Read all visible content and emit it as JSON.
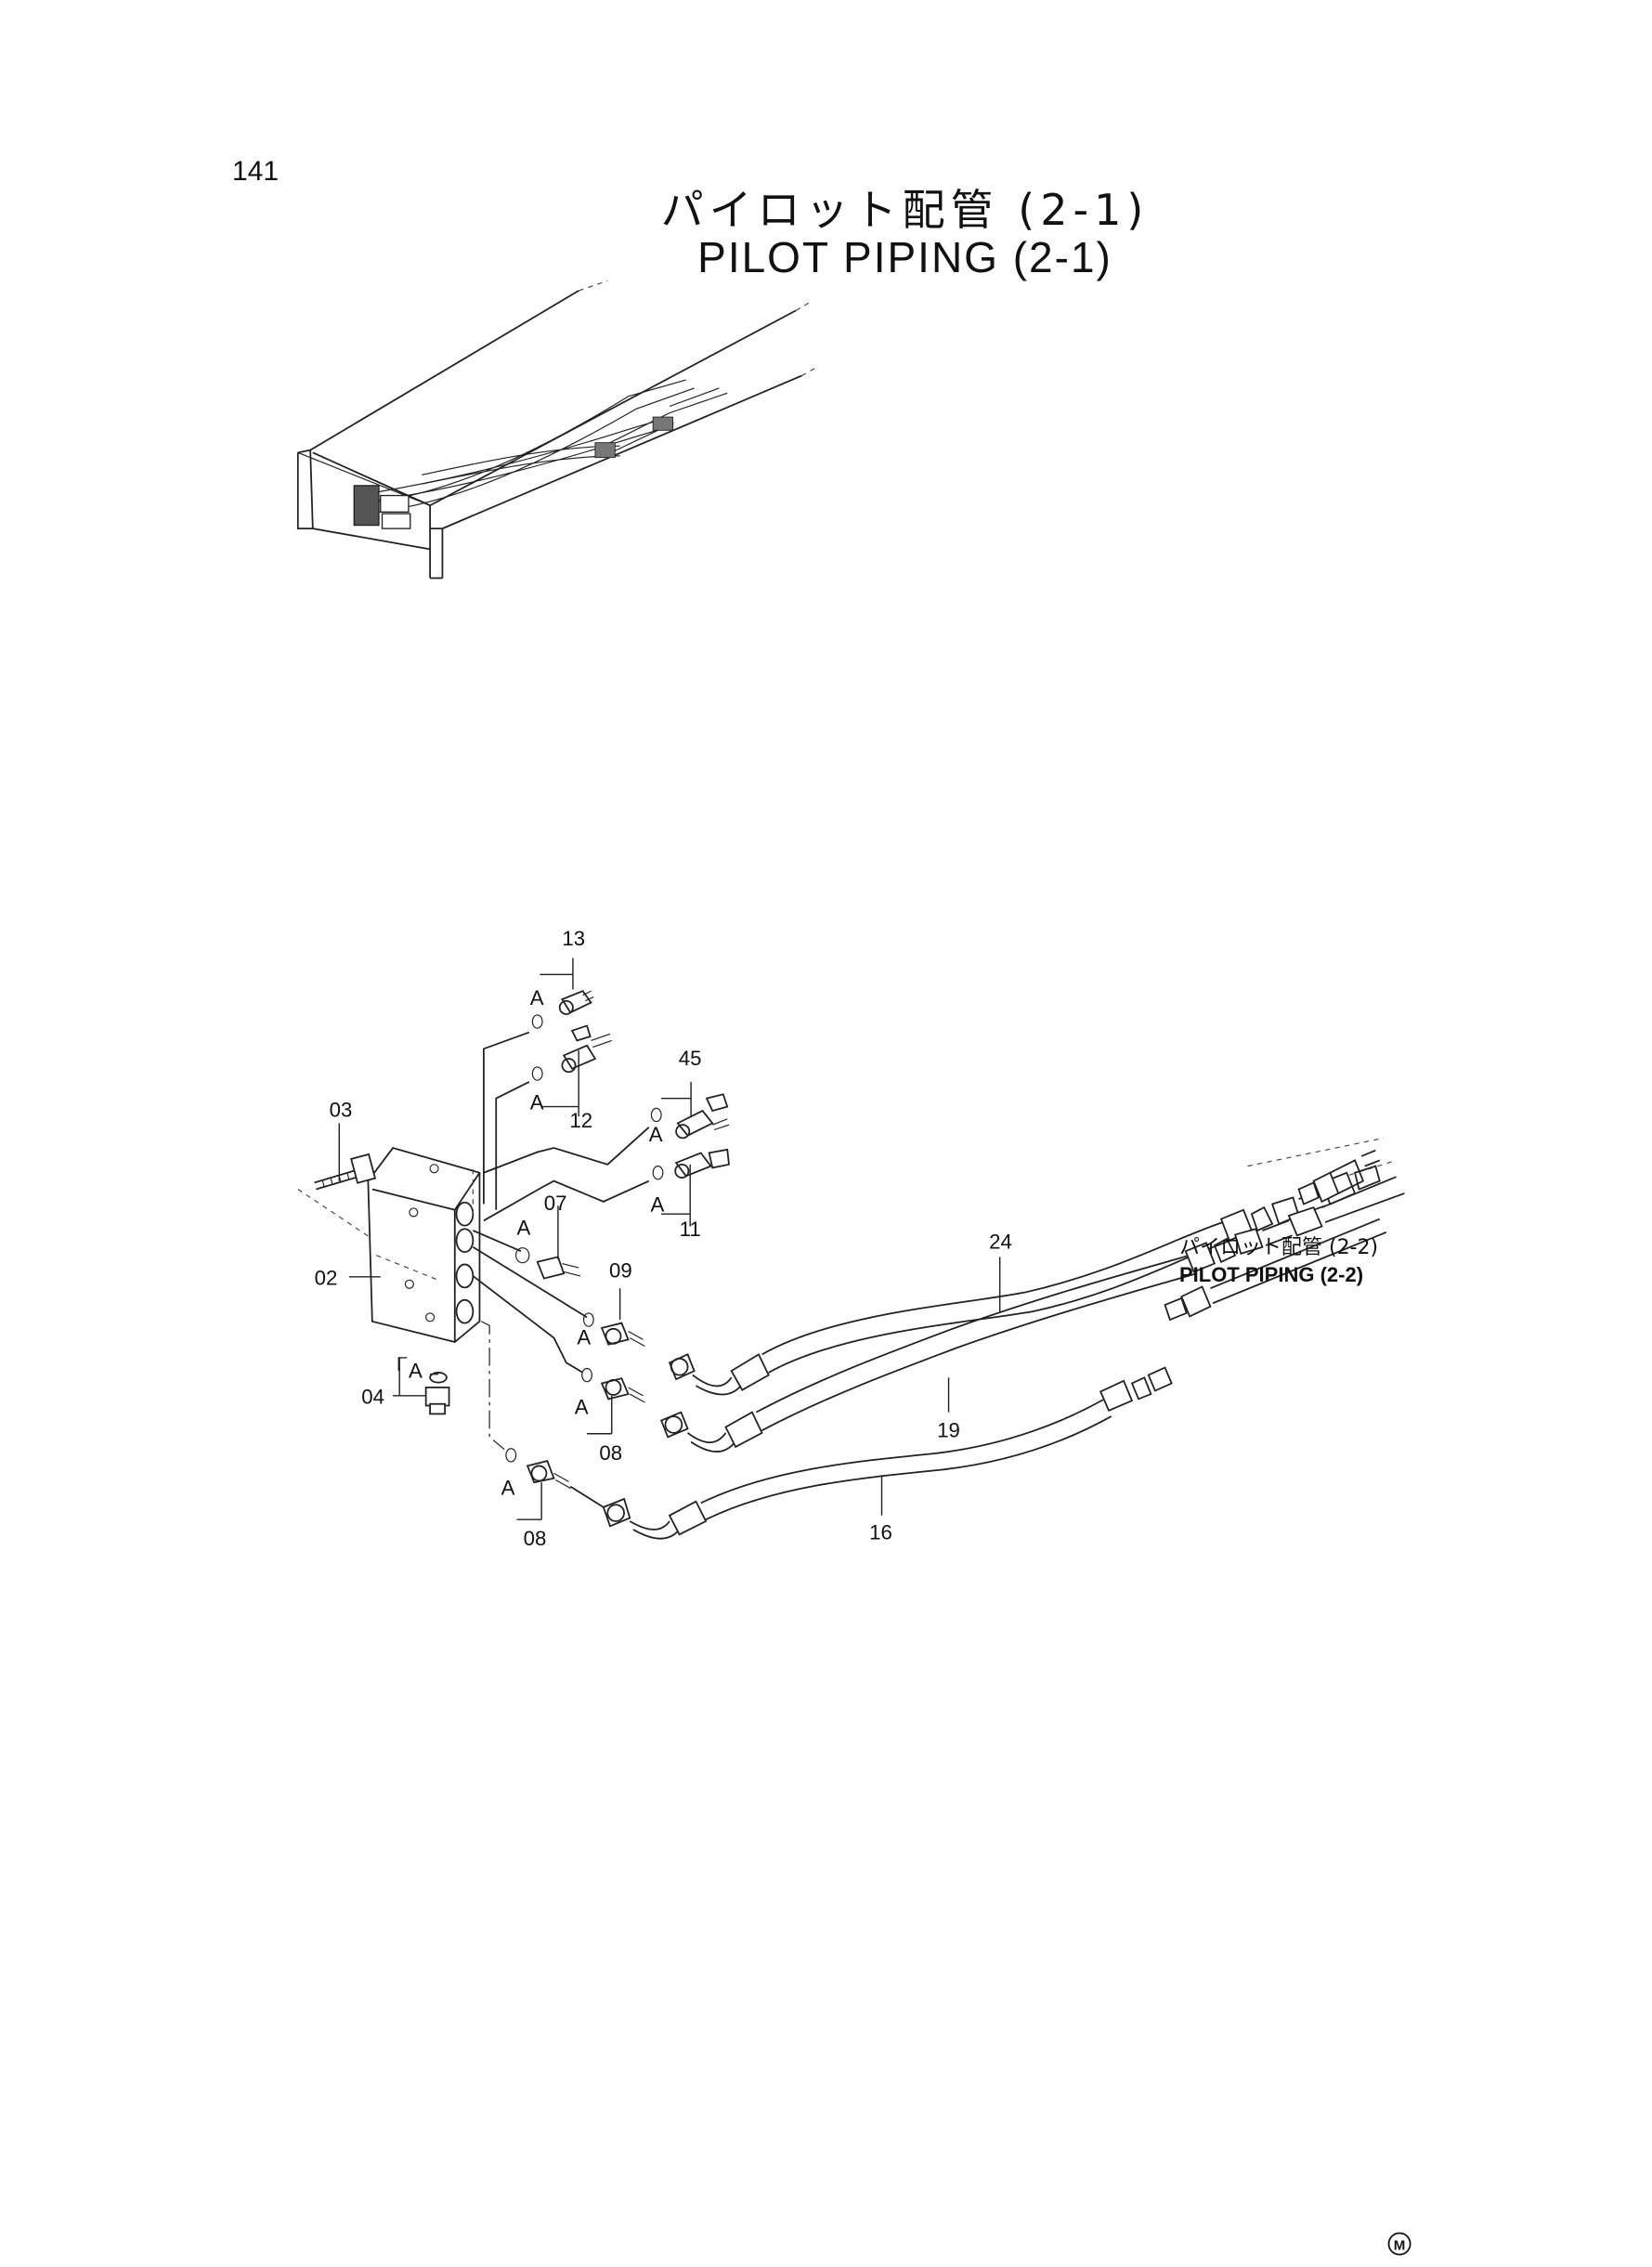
{
  "page_number": "141",
  "title": {
    "japanese": "パイロット配管 (2-1)",
    "english": "PILOT PIPING (2-1)"
  },
  "reference": {
    "japanese": "パイロット配管 (2-2)",
    "english": "PILOT PIPING (2-2)"
  },
  "callouts": {
    "p02": "02",
    "p03": "03",
    "p04": "04",
    "p07": "07",
    "p08a": "08",
    "p08b": "08",
    "p09": "09",
    "p11": "11",
    "p12": "12",
    "p13": "13",
    "p16": "16",
    "p19": "19",
    "p24": "24",
    "p45": "45"
  },
  "marker_label": "A",
  "corner_mark": "M"
}
